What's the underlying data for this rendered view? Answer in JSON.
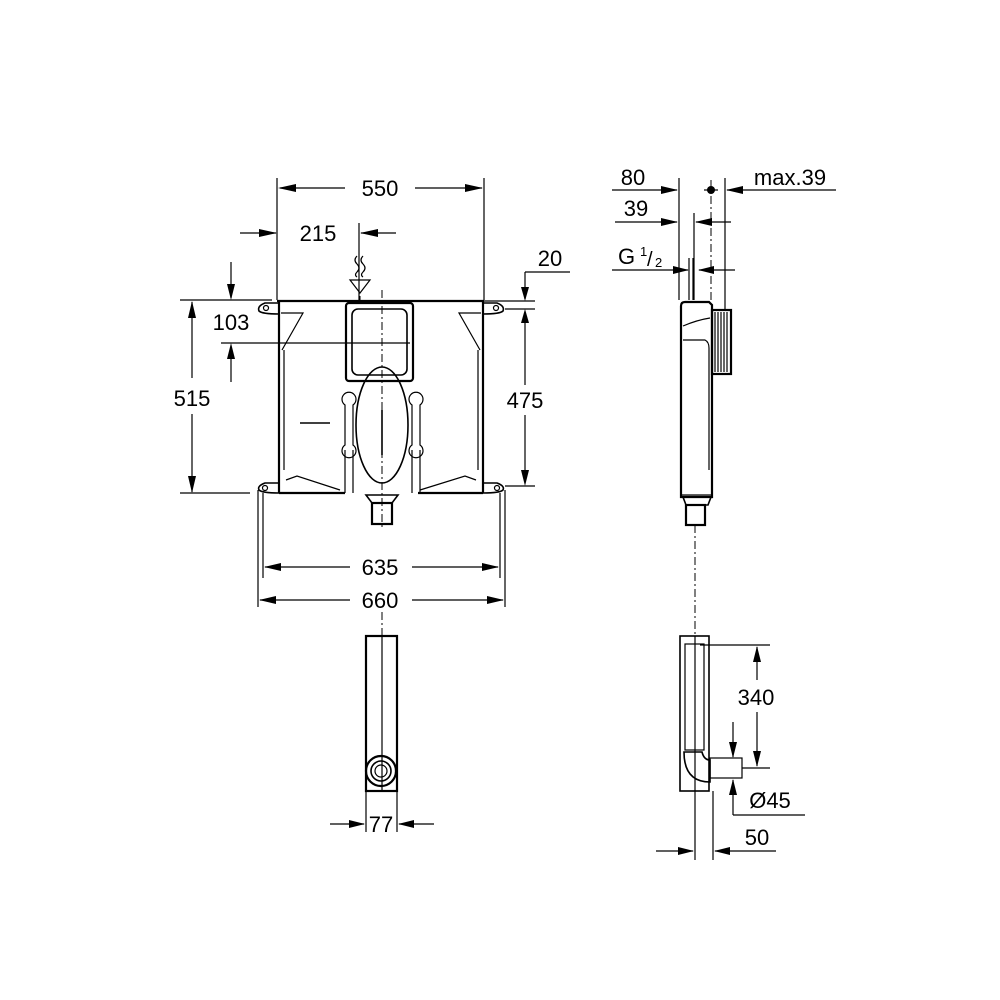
{
  "drawing": {
    "type": "technical installation drawing",
    "subject": "concealed cistern frame",
    "background": "#ffffff",
    "line_color": "#000000"
  },
  "front_view": {
    "dimensions": {
      "frame_width": "550",
      "drain_offset": "215",
      "top_bracket": "20",
      "cistern_center_height": "103",
      "total_height": "515",
      "bracket_spacing_height": "475",
      "bracket_span_inner": "635",
      "bracket_span_outer": "660"
    },
    "symbols": {
      "flush_water_symbol": "water-level-icon"
    }
  },
  "side_view": {
    "dimensions": {
      "depth": "80",
      "pipe_offset": "39",
      "max_wall": "max.39",
      "thread_label_g": "G",
      "thread_label_num": "1",
      "thread_label_den": "2"
    }
  },
  "flush_pipe_front": {
    "dimensions": {
      "pipe_width": "77"
    }
  },
  "flush_pipe_side": {
    "dimensions": {
      "pipe_height": "340",
      "outlet_diameter": "Ø45",
      "outlet_offset": "50"
    }
  }
}
